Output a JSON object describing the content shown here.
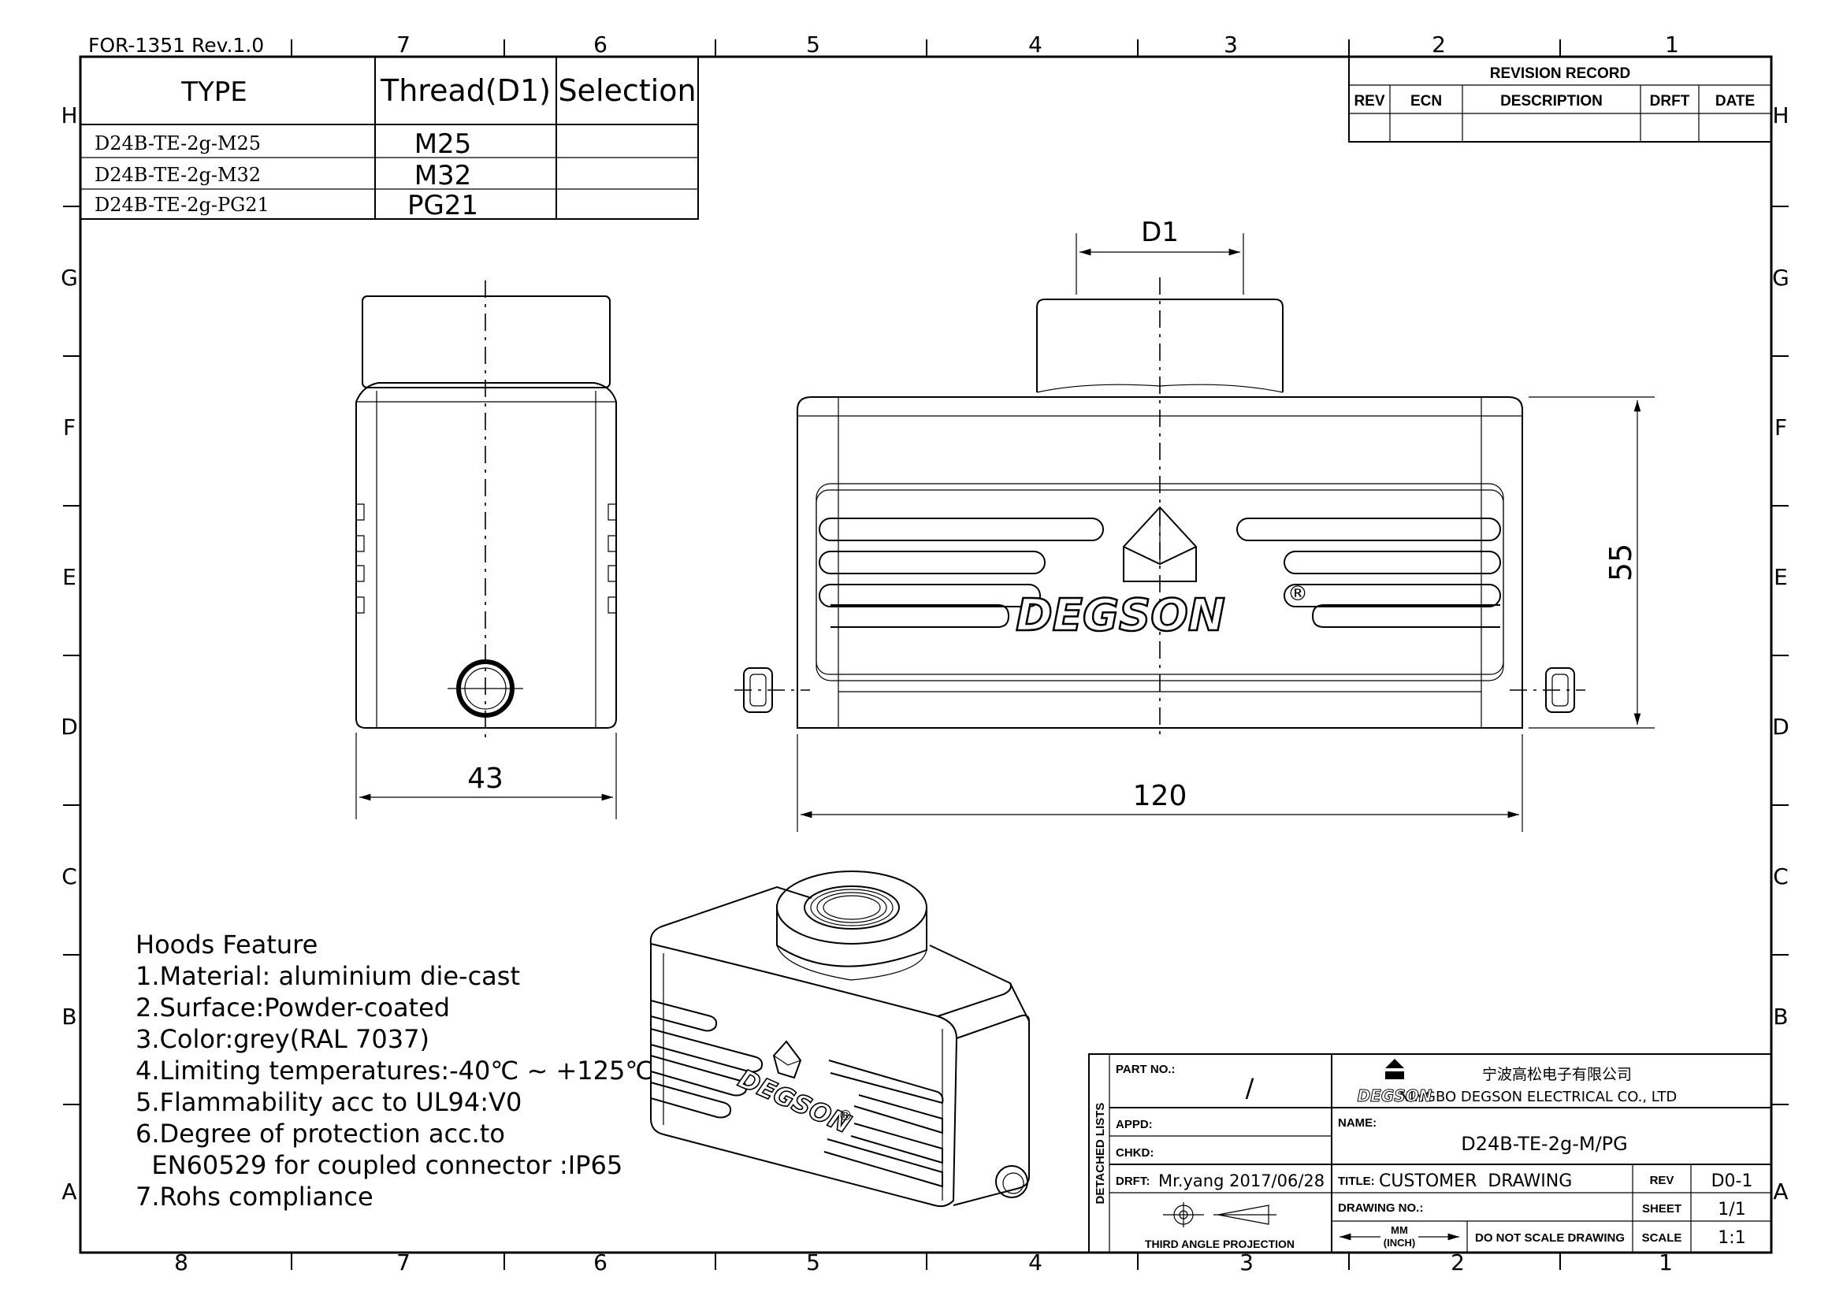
{
  "form_id": "FOR-1351 Rev.1.0",
  "grid": {
    "columns_top": [
      "7",
      "6",
      "5",
      "4",
      "3",
      "2",
      "1"
    ],
    "columns_bottom": [
      "8",
      "7",
      "6",
      "5",
      "4",
      "3",
      "2",
      "1"
    ],
    "rows": [
      "H",
      "G",
      "F",
      "E",
      "D",
      "C",
      "B",
      "A"
    ]
  },
  "type_table": {
    "headers": {
      "type": "TYPE",
      "thread": "Thread(D1)",
      "selection": "Selection"
    },
    "rows": [
      {
        "type": "D24B-TE-2g-M25",
        "thread": "M25",
        "selection": ""
      },
      {
        "type": "D24B-TE-2g-M32",
        "thread": "M32",
        "selection": ""
      },
      {
        "type": "D24B-TE-2g-PG21",
        "thread": "PG21",
        "selection": ""
      }
    ]
  },
  "revision_record": {
    "title": "REVISION RECORD",
    "headers": {
      "rev": "REV",
      "ecn": "ECN",
      "description": "DESCRIPTION",
      "drft": "DRFT",
      "date": "DATE"
    }
  },
  "dimensions": {
    "d1": "D1",
    "height": "55",
    "side_width": "43",
    "front_width": "120"
  },
  "brand": {
    "logo_text": "DEGSON",
    "registered": "®"
  },
  "features": {
    "title": "Hoods Feature",
    "items": [
      "1.Material: aluminium die-cast",
      "2.Surface:Powder-coated",
      "3.Color:grey(RAL 7037)",
      "4.Limiting temperatures:-40℃ ~ +125℃",
      "5.Flammability acc to UL94:V0",
      "6.Degree of protection acc.to",
      "  EN60529 for coupled connector :IP65",
      "7.Rohs compliance"
    ]
  },
  "title_block": {
    "part_no_label": "PART NO.:",
    "part_no_value": "/",
    "detached_lists": "DETACHED LISTS",
    "appd_label": "APPD:",
    "chkd_label": "CHKD:",
    "drft_label": "DRFT:",
    "drft_value": "Mr.yang  2017/06/28",
    "projection": "THIRD ANGLE PROJECTION",
    "company_cn": "宁波高松电子有限公司",
    "company_en": "NINGBO DEGSON ELECTRICAL CO., LTD",
    "logo": "DEGSON",
    "name_label": "NAME:",
    "name_value": "D24B-TE-2g-M/PG",
    "title_label": "TITLE:",
    "title_value": "CUSTOMER  DRAWING",
    "rev_label": "REV",
    "rev_value": "D0-1",
    "drawing_no_label": "DRAWING NO.:",
    "sheet_label": "SHEET",
    "sheet_value": "1/1",
    "units_mm": "MM",
    "units_inch": "(INCH)",
    "no_scale": "DO NOT SCALE DRAWING",
    "scale_label": "SCALE",
    "scale_value": "1:1"
  }
}
